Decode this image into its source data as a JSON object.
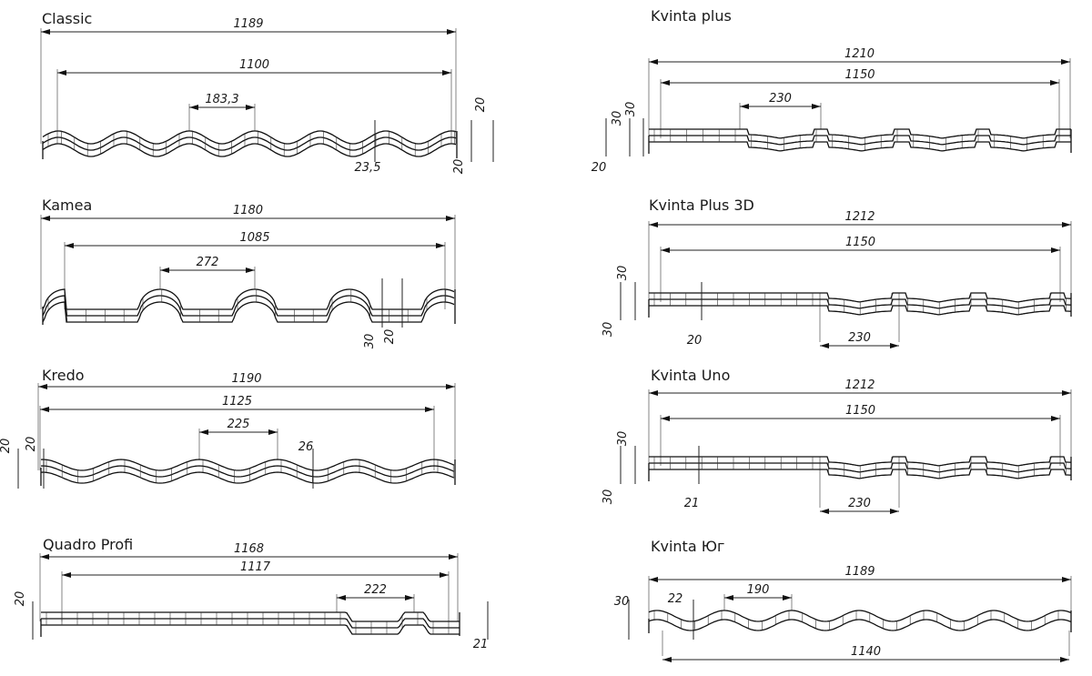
{
  "profiles": [
    {
      "name": "Classic",
      "overall": "1189",
      "inner": "1100",
      "pitch": "183,3",
      "verticals": [
        "20",
        "20",
        "23,5"
      ]
    },
    {
      "name": "Kamea",
      "overall": "1180",
      "inner": "1085",
      "pitch": "272",
      "verticals": [
        "30",
        "20"
      ]
    },
    {
      "name": "Kredo",
      "overall": "1190",
      "inner": "1125",
      "pitch": "225",
      "verticals": [
        "20",
        "20",
        "26"
      ]
    },
    {
      "name": "Quadro Profi",
      "overall": "1168",
      "inner": "1117",
      "pitch": "222",
      "verticals": [
        "20",
        "21"
      ]
    },
    {
      "name": "Kvinta plus",
      "overall": "1210",
      "inner": "1150",
      "pitch": "230",
      "verticals": [
        "30",
        "30",
        "20"
      ]
    },
    {
      "name": "Kvinta Plus 3D",
      "overall": "1212",
      "inner": "1150",
      "pitch": "230",
      "verticals": [
        "30",
        "30",
        "20"
      ]
    },
    {
      "name": "Kvinta Uno",
      "overall": "1212",
      "inner": "1150",
      "pitch": "230",
      "verticals": [
        "30",
        "30",
        "21"
      ]
    },
    {
      "name": "Kvinta Юг",
      "overall": "1189",
      "inner": "1140",
      "pitch": "190",
      "verticals": [
        "30",
        "22"
      ]
    }
  ]
}
